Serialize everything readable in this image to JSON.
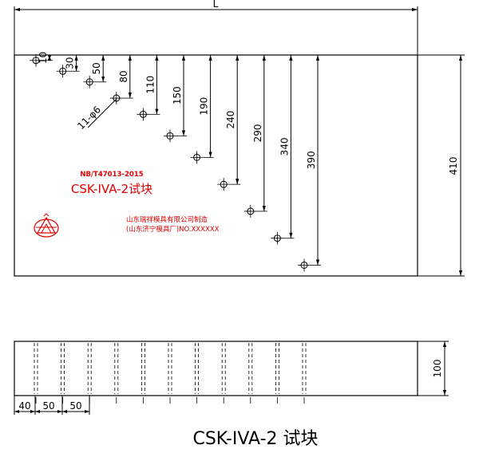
{
  "drawing": {
    "title": "CSK-IVA-2 试块",
    "front_view": {
      "length_label": "L",
      "height_label": "410",
      "hole_label": "11-φ6",
      "hole_depths": [
        "10",
        "30",
        "50",
        "80",
        "110",
        "150",
        "190",
        "240",
        "290",
        "340",
        "390"
      ]
    },
    "marking": {
      "standard": "NB/T47013-2015",
      "block_name": "CSK-IVA-2试块",
      "maker_line1": "山东瑞祥模具有限公司制造",
      "maker_line2": "(山东济宁模具厂)NO.XXXXXX"
    },
    "side_view": {
      "thickness_label": "100",
      "offsets": [
        "40",
        "50",
        "50"
      ]
    },
    "colors": {
      "lines": "#000000",
      "marking": "#e00000"
    }
  }
}
